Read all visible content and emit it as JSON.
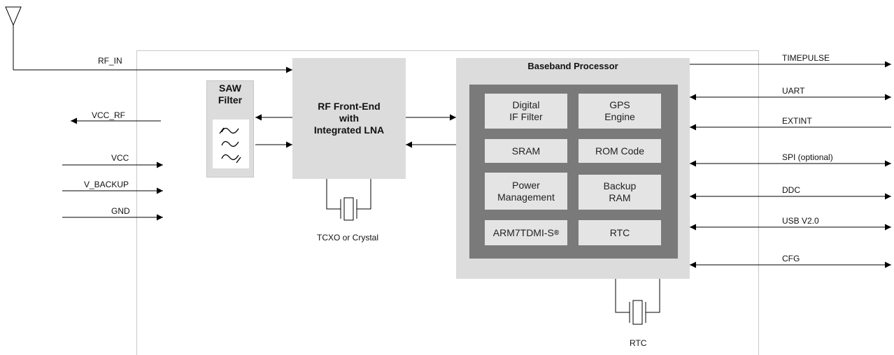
{
  "antenna": {
    "signal": "RF_IN"
  },
  "left_signals": {
    "vcc_rf": "VCC_RF",
    "vcc": "VCC",
    "v_backup": "V_BACKUP",
    "gnd": "GND"
  },
  "saw_filter": {
    "title": "SAW\nFilter"
  },
  "rf_frontend": {
    "title": "RF Front-End\nwith\nIntegrated LNA"
  },
  "tcxo": {
    "label": "TCXO or Crystal"
  },
  "baseband": {
    "title": "Baseband Processor",
    "blocks": {
      "digital_if_filter": "Digital\nIF Filter",
      "gps_engine": "GPS\nEngine",
      "sram": "SRAM",
      "rom_code": "ROM Code",
      "power_management": "Power\nManagement",
      "backup_ram": "Backup\nRAM",
      "arm": "ARM7TDMI-S",
      "arm_mark": "®",
      "rtc": "RTC"
    }
  },
  "rtc_crystal": {
    "label": "RTC"
  },
  "right_signals": {
    "timepulse": "TIMEPULSE",
    "uart": "UART",
    "extint": "EXTINT",
    "spi": "SPI (optional)",
    "ddc": "DDC",
    "usb": "USB V2.0",
    "cfg": "CFG"
  },
  "colors": {
    "block_fill": "#dcdcdc",
    "inner_fill": "#7a7a7a",
    "module_border": "#c8c8c8",
    "line": "#000000"
  }
}
